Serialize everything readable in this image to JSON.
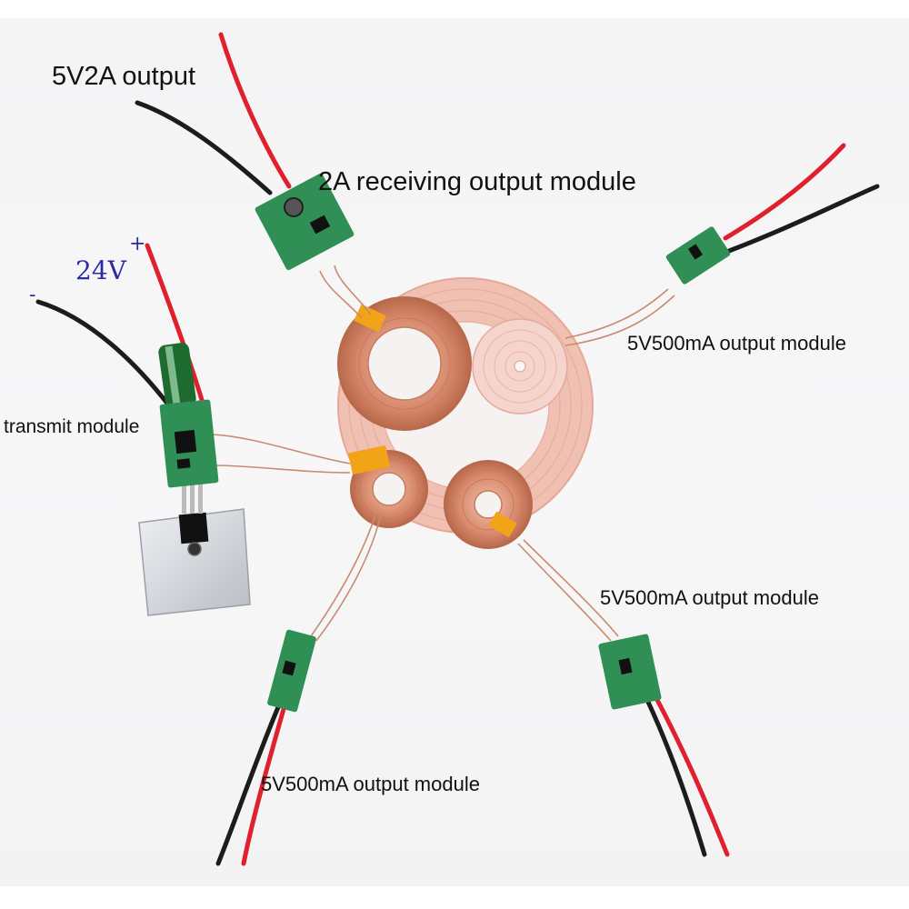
{
  "labels": {
    "output_2a": "5V2A output",
    "receiving_2a": "2A receiving output module",
    "transmit": "transmit module",
    "output_500_right": "5V500mA output module",
    "output_500_lower_right": "5V500mA output module",
    "output_500_bottom": "5V500mA output module",
    "voltage": "24V",
    "plus": "+",
    "minus": "-"
  },
  "colors": {
    "copper": "#d6876a",
    "copper_dark": "#b8694c",
    "coil_pink": "#eeb4a7",
    "pcb_green": "#2f8f55",
    "wire_red": "#e0202c",
    "wire_black": "#1c1c1c",
    "tape_orange": "#f2a418",
    "heatsink": "#cfd3d8"
  }
}
